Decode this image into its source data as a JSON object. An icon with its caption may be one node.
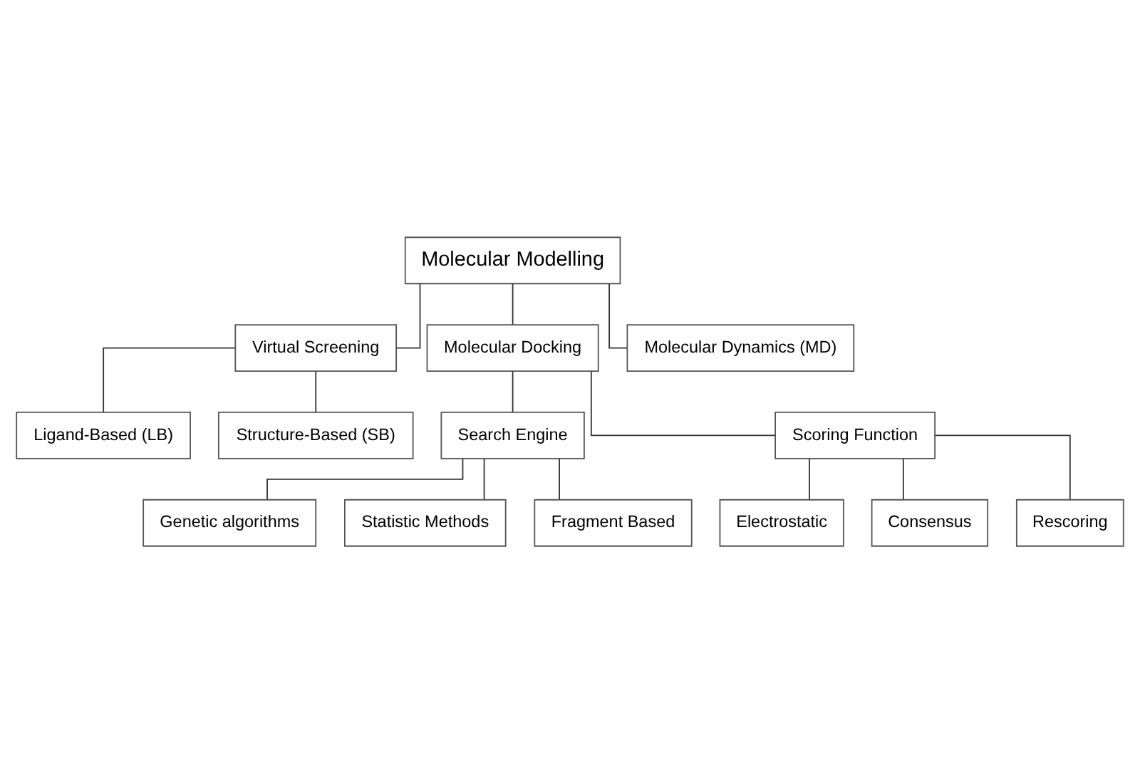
{
  "diagram": {
    "nodes": [
      {
        "text": [
          "Molecular Modelling"
        ]
      },
      {
        "text": [
          "Virtual Screening"
        ]
      },
      {
        "text": [
          "Molecular Docking"
        ]
      },
      {
        "text": [
          "Molecular Dynamics (MD)"
        ]
      },
      {
        "text": [
          "Ligand-Based (LB)"
        ]
      },
      {
        "text": [
          "Structure-Based (SB)"
        ]
      },
      {
        "text": [
          "Search Engine"
        ]
      },
      {
        "text": [
          "Scoring Function"
        ]
      },
      {
        "text": [
          "Genetic algorithms"
        ]
      },
      {
        "text": [
          "Statistic Methods"
        ]
      },
      {
        "text": [
          "Fragment Based"
        ]
      },
      {
        "text": [
          "Electrostatic"
        ]
      },
      {
        "text": [
          "Consensus"
        ]
      },
      {
        "text": [
          "Rescoring"
        ]
      }
    ],
    "edges": [
      {
        "from": 0,
        "to": 1,
        "arrow": "none"
      },
      {
        "from": 0,
        "to": 2,
        "arrow": "none"
      },
      {
        "from": 0,
        "to": 3,
        "arrow": "none"
      },
      {
        "from": 1,
        "to": 4,
        "arrow": "none"
      },
      {
        "from": 1,
        "to": 5,
        "arrow": "none"
      },
      {
        "from": 2,
        "to": 6,
        "arrow": "none"
      },
      {
        "from": 2,
        "to": 7,
        "arrow": "none"
      },
      {
        "from": 6,
        "to": 8,
        "arrow": "none"
      },
      {
        "from": 6,
        "to": 9,
        "arrow": "none"
      },
      {
        "from": 6,
        "to": 10,
        "arrow": "none"
      },
      {
        "from": 7,
        "to": 11,
        "arrow": "none"
      },
      {
        "from": 7,
        "to": 12,
        "arrow": "none"
      },
      {
        "from": 7,
        "to": 13,
        "arrow": "none"
      }
    ]
  }
}
